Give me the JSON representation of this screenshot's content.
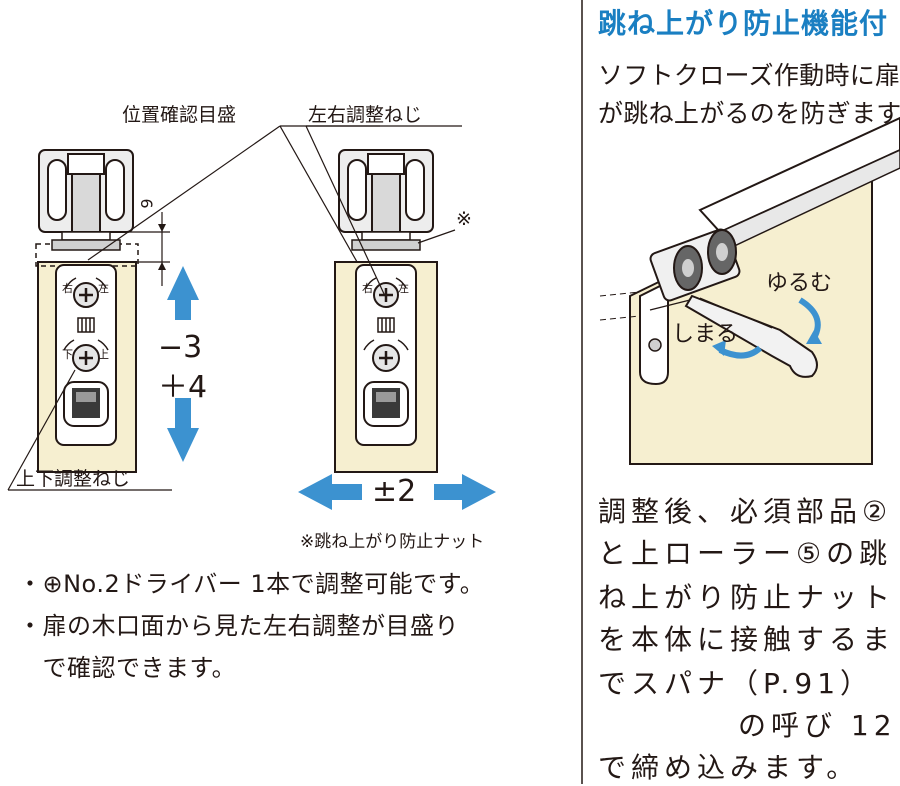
{
  "labels": {
    "position_scale": "位置確認目盛",
    "lr_screw": "左右調整ねじ",
    "updown_screw": "上下調整ねじ",
    "star_mark": "※",
    "dim_9": "9",
    "minus3": "−3",
    "plus4": "＋4",
    "plusminus2": "±2",
    "nut_note": "※跳ね上がり防止ナット",
    "scale_right": "右",
    "scale_left": "左",
    "scale_down": "下",
    "scale_up": "上",
    "loosen": "ゆるむ",
    "tighten": "しまる"
  },
  "bullets": [
    "・⊕No.2ドライバー 1本で調整可能です。",
    "・扉の木口面から見た左右調整が目盛り",
    "　で確認できます。"
  ],
  "right_panel": {
    "heading": "跳ね上がり防止機能付",
    "desc_lines": [
      "ソフトクローズ作動時に扉",
      "が跳ね上がるのを防ぎます。"
    ],
    "body_lines": [
      "調整後、必須部品②",
      "と上ローラー⑤の跳",
      "ね上がり防止ナット",
      "を本体に接触するま",
      "でスパナ（P.91）",
      "の呼び 12",
      "で締め込みます。"
    ]
  },
  "colors": {
    "door": "#f6efd0",
    "arrow_blue": "#3c92d0",
    "heading_blue": "#1a7fc2",
    "ink": "#231815"
  }
}
